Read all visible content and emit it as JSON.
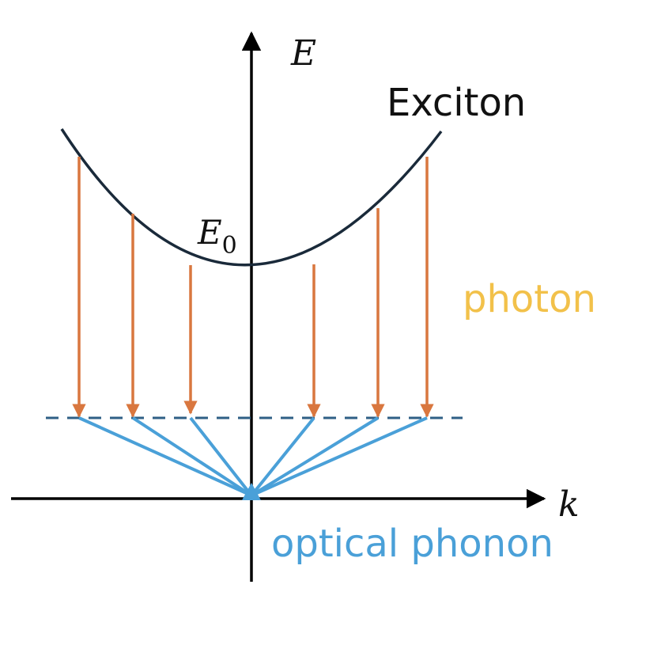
{
  "labels": {
    "y_axis": "E",
    "x_axis": "k",
    "e0_base": "E",
    "e0_sub": "0",
    "curve": "Exciton",
    "photon": "photon",
    "phonon": "optical phonon"
  },
  "colors": {
    "axis": "#000000",
    "curve": "#1a2a3a",
    "photon_arrow": "#d9773f",
    "photon_label": "#f2c14a",
    "phonon": "#4aa0d8",
    "dashed_level": "#2f5f86",
    "text": "#111111"
  }
}
